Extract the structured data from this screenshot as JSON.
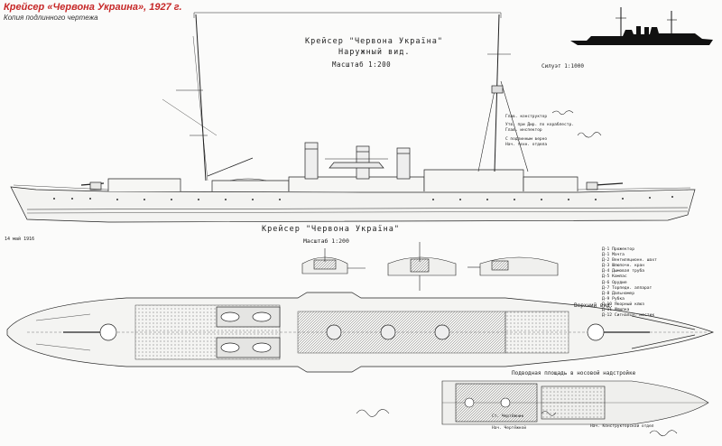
{
  "header": {
    "title": "Крейсер «Червона Украина», 1927 г.",
    "subtitle": "Копия подлинного чертежа"
  },
  "profile_view": {
    "title_line1": "Крейсер \"Червона Україна\"",
    "title_line2": "Наружный вид.",
    "scale": "Масштаб 1:200",
    "silhouette_scale": "Силуэт 1:1000"
  },
  "plan_view": {
    "title": "Крейсер \"Червона Україна\"",
    "scale": "Масштаб 1:200",
    "date_stamp": "14 май 1916",
    "top_view_label": "Верхний вид.",
    "lower_deck_label": "Подводная площадь в носовой надстройке"
  },
  "legend": [
    "Д-1 Прожектор",
    "Д-1 Мачта",
    "Д-2 Вентиляционн. шахт",
    "Д-3 Шлюпочн. кран",
    "Д-4 Дымовая труба",
    "Д-5 Компас",
    "Д-6 Орудие",
    "Д-7 Торпедн. аппарат",
    "Д-8 Дальномер",
    "Д-9 Рубка",
    "Д-10 Якорный клюз",
    "Д-11 Шлюпка",
    "Д-12 Сигнальн. мостик"
  ],
  "signature_notes": [
    "Глав. конструктор",
    "Утв. при Дир. по кораблестр.",
    "Глав. инспектор",
    "С подлинным верно",
    "Нач. техн. отдела"
  ],
  "bottom_notes": [
    "Ст. Чертёжник",
    "Нач. Чертёжной",
    "Нач. Конструкторской отдел"
  ],
  "colors": {
    "title_red": "#c62828",
    "ink": "#1a1a1a",
    "paper": "#fbfbfa"
  }
}
